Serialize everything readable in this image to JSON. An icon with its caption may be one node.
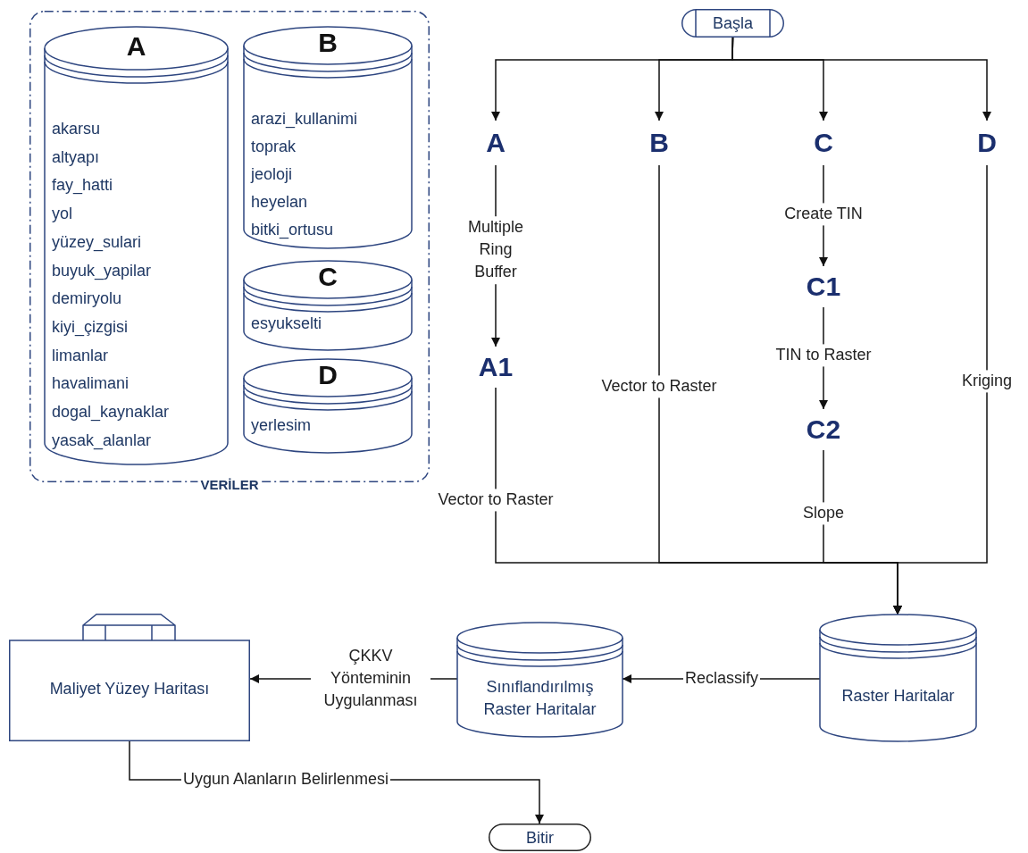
{
  "diagram": {
    "nodes": [
      {
        "text": [
          "VERİLER"
        ]
      },
      {
        "text": [
          "A",
          "akarsu",
          "altyapı",
          "fay_hatti",
          "yol",
          "yüzey_sulari",
          "buyuk_yapilar",
          "demiryolu",
          "kiyi_çizgisi",
          "limanlar",
          "havalimani",
          "dogal_kaynaklar",
          "yasak_alanlar"
        ],
        "in": 0
      },
      {
        "text": [
          "B",
          "arazi_kullanimi",
          "toprak",
          "jeoloji",
          "heyelan",
          "bitki_ortusu"
        ],
        "in": 0
      },
      {
        "text": [
          "C",
          "esyukselti"
        ],
        "in": 0
      },
      {
        "text": [
          "D",
          "yerlesim"
        ],
        "in": 0
      },
      {
        "text": [
          "Başla"
        ]
      },
      {
        "text": [
          "A"
        ]
      },
      {
        "text": [
          "B"
        ]
      },
      {
        "text": [
          "C"
        ]
      },
      {
        "text": [
          "D"
        ]
      },
      {
        "text": [
          "A1"
        ]
      },
      {
        "text": [
          "C1"
        ]
      },
      {
        "text": [
          "C2"
        ]
      },
      {
        "text": [
          "Raster Haritalar"
        ]
      },
      {
        "text": [
          "Sınıflandırılmış Raster Haritalar"
        ]
      },
      {
        "text": [
          "Maliyet Yüzey Haritası"
        ]
      },
      {
        "text": [
          "Bitir"
        ]
      }
    ],
    "edges": [
      {
        "from": 5,
        "to": 6,
        "arrow": "to"
      },
      {
        "from": 5,
        "to": 7,
        "arrow": "to"
      },
      {
        "from": 5,
        "to": 8,
        "arrow": "to"
      },
      {
        "from": 5,
        "to": 9,
        "arrow": "to"
      },
      {
        "from": 6,
        "to": 10,
        "label": "Multiple Ring Buffer",
        "arrow": "to"
      },
      {
        "from": 8,
        "to": 11,
        "label": "Create TIN",
        "arrow": "to"
      },
      {
        "from": 11,
        "to": 12,
        "label": "TIN to Raster",
        "arrow": "to"
      },
      {
        "from": 10,
        "to": 13,
        "label": "Vector to Raster",
        "arrow": "to"
      },
      {
        "from": 7,
        "to": 13,
        "label": "Vector to Raster",
        "arrow": "to"
      },
      {
        "from": 12,
        "to": 13,
        "label": "Slope",
        "arrow": "to"
      },
      {
        "from": 9,
        "to": 13,
        "label": "Kriging",
        "arrow": "to"
      },
      {
        "from": 13,
        "to": 14,
        "label": "Reclassify",
        "arrow": "to"
      },
      {
        "from": 14,
        "to": 15,
        "label": "ÇKKV Yönteminin Uygulanması",
        "arrow": "to"
      },
      {
        "from": 15,
        "to": 16,
        "label": "Uygun Alanların Belirlenmesi",
        "arrow": "to"
      }
    ]
  }
}
